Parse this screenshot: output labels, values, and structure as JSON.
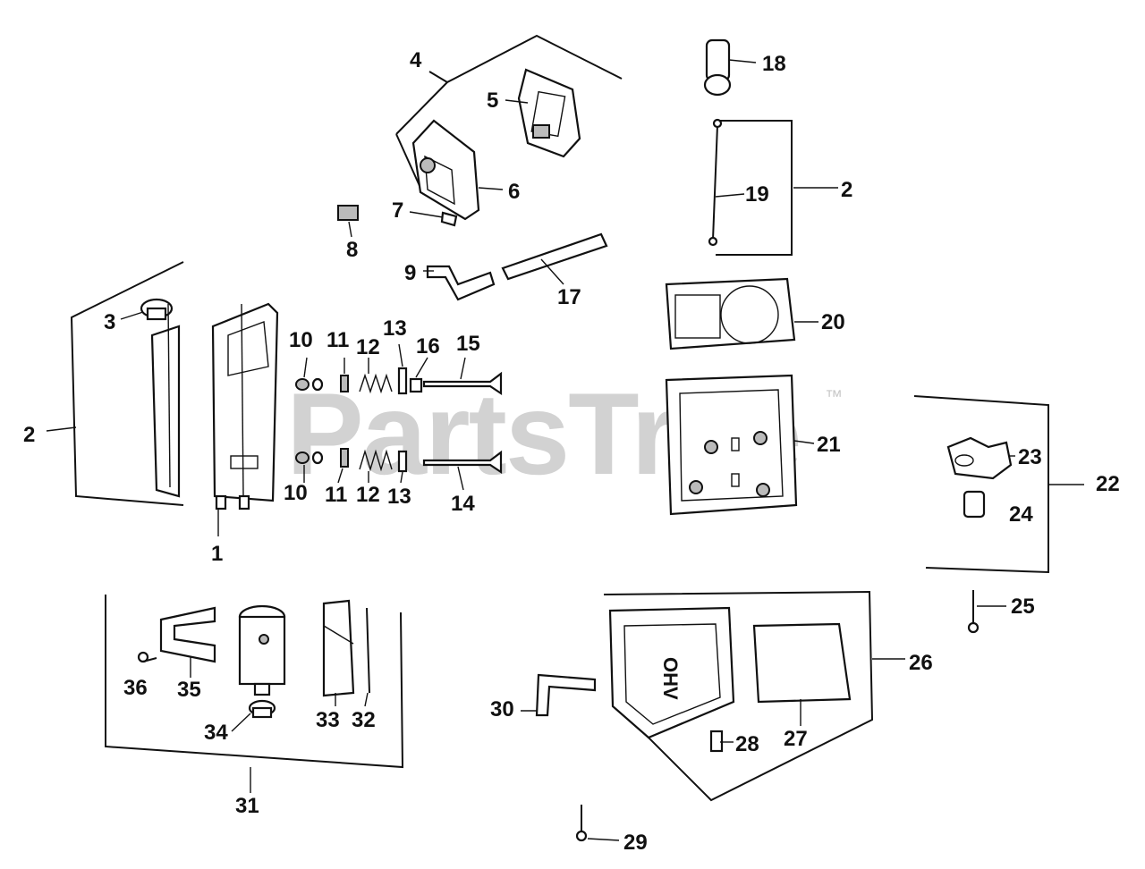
{
  "watermark": {
    "text": "PartsTree",
    "tm": "™"
  },
  "callouts": {
    "c1": "1",
    "c2a": "2",
    "c2b": "2",
    "c3": "3",
    "c4": "4",
    "c5": "5",
    "c6": "6",
    "c7": "7",
    "c8": "8",
    "c9": "9",
    "c10a": "10",
    "c10b": "10",
    "c11a": "11",
    "c11b": "11",
    "c12a": "12",
    "c12b": "12",
    "c13a": "13",
    "c13b": "13",
    "c14": "14",
    "c15": "15",
    "c16": "16",
    "c17": "17",
    "c18": "18",
    "c19": "19",
    "c20": "20",
    "c21": "21",
    "c22": "22",
    "c23": "23",
    "c24": "24",
    "c25": "25",
    "c26": "26",
    "c27": "27",
    "c28": "28",
    "c29": "29",
    "c30": "30",
    "c31": "31",
    "c32": "32",
    "c33": "33",
    "c34": "34",
    "c35": "35",
    "c36": "36"
  },
  "valve_cover_emboss": "OHV"
}
